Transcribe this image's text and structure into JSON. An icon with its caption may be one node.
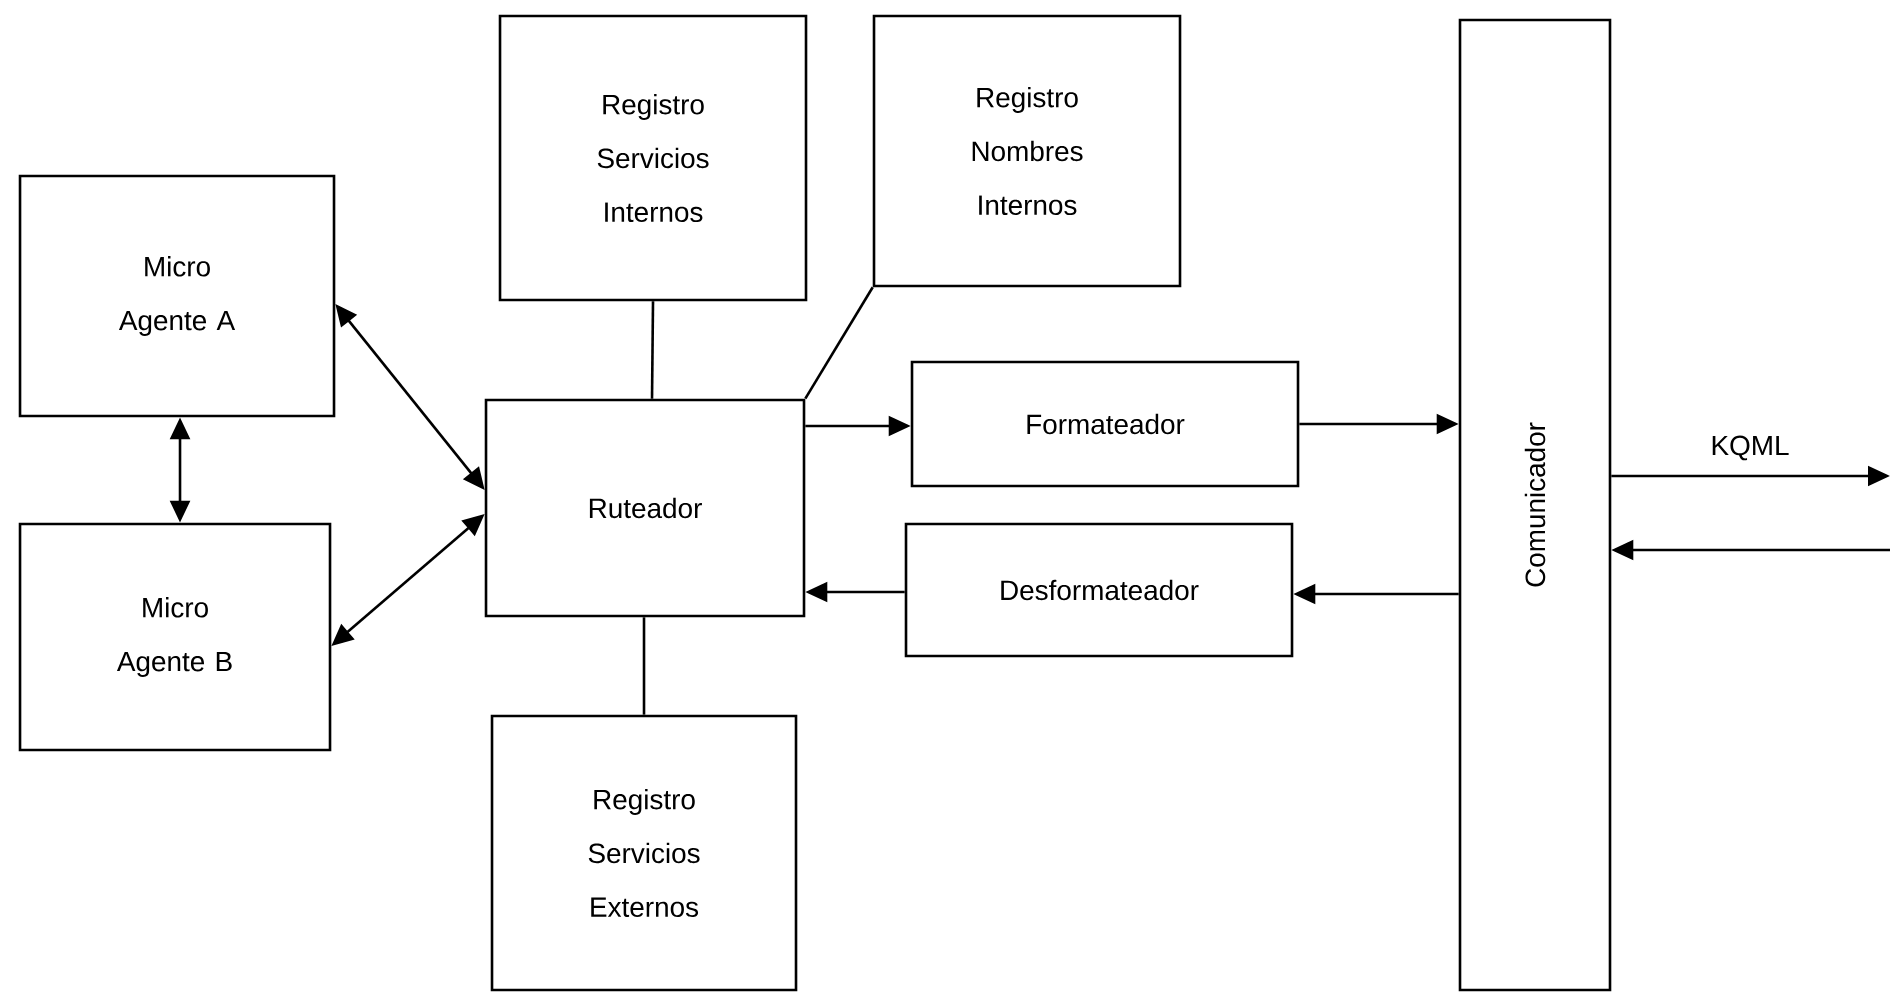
{
  "diagram": {
    "nodes": [
      {
        "text": [
          "Micro Agente A"
        ]
      },
      {
        "text": [
          "Micro Agente B"
        ]
      },
      {
        "text": [
          "Registro Servicios Internos"
        ]
      },
      {
        "text": [
          "Registro Nombres Internos"
        ]
      },
      {
        "text": [
          "Ruteador"
        ]
      },
      {
        "text": [
          "Formateador"
        ]
      },
      {
        "text": [
          "Desformateador"
        ]
      },
      {
        "text": [
          "Comunicador"
        ]
      },
      {
        "text": [
          "Registro Servicios Externos"
        ]
      }
    ],
    "edges": [
      {
        "from": 0,
        "to": 4,
        "arrow": "both"
      },
      {
        "from": 1,
        "to": 4,
        "arrow": "both"
      },
      {
        "from": 0,
        "to": 1,
        "arrow": "both"
      },
      {
        "from": 2,
        "to": 4,
        "arrow": "none"
      },
      {
        "from": 3,
        "to": 4,
        "arrow": "none"
      },
      {
        "from": 4,
        "to": 5,
        "arrow": "to"
      },
      {
        "from": 5,
        "to": 7,
        "arrow": "to"
      },
      {
        "from": 7,
        "to": 6,
        "arrow": "to"
      },
      {
        "from": 6,
        "to": 4,
        "arrow": "to"
      },
      {
        "from": 8,
        "to": 4,
        "arrow": "none"
      },
      {
        "from": 7,
        "to": null,
        "arrow": "to",
        "label": "KQML"
      },
      {
        "from": null,
        "to": 7,
        "arrow": "to"
      }
    ]
  }
}
